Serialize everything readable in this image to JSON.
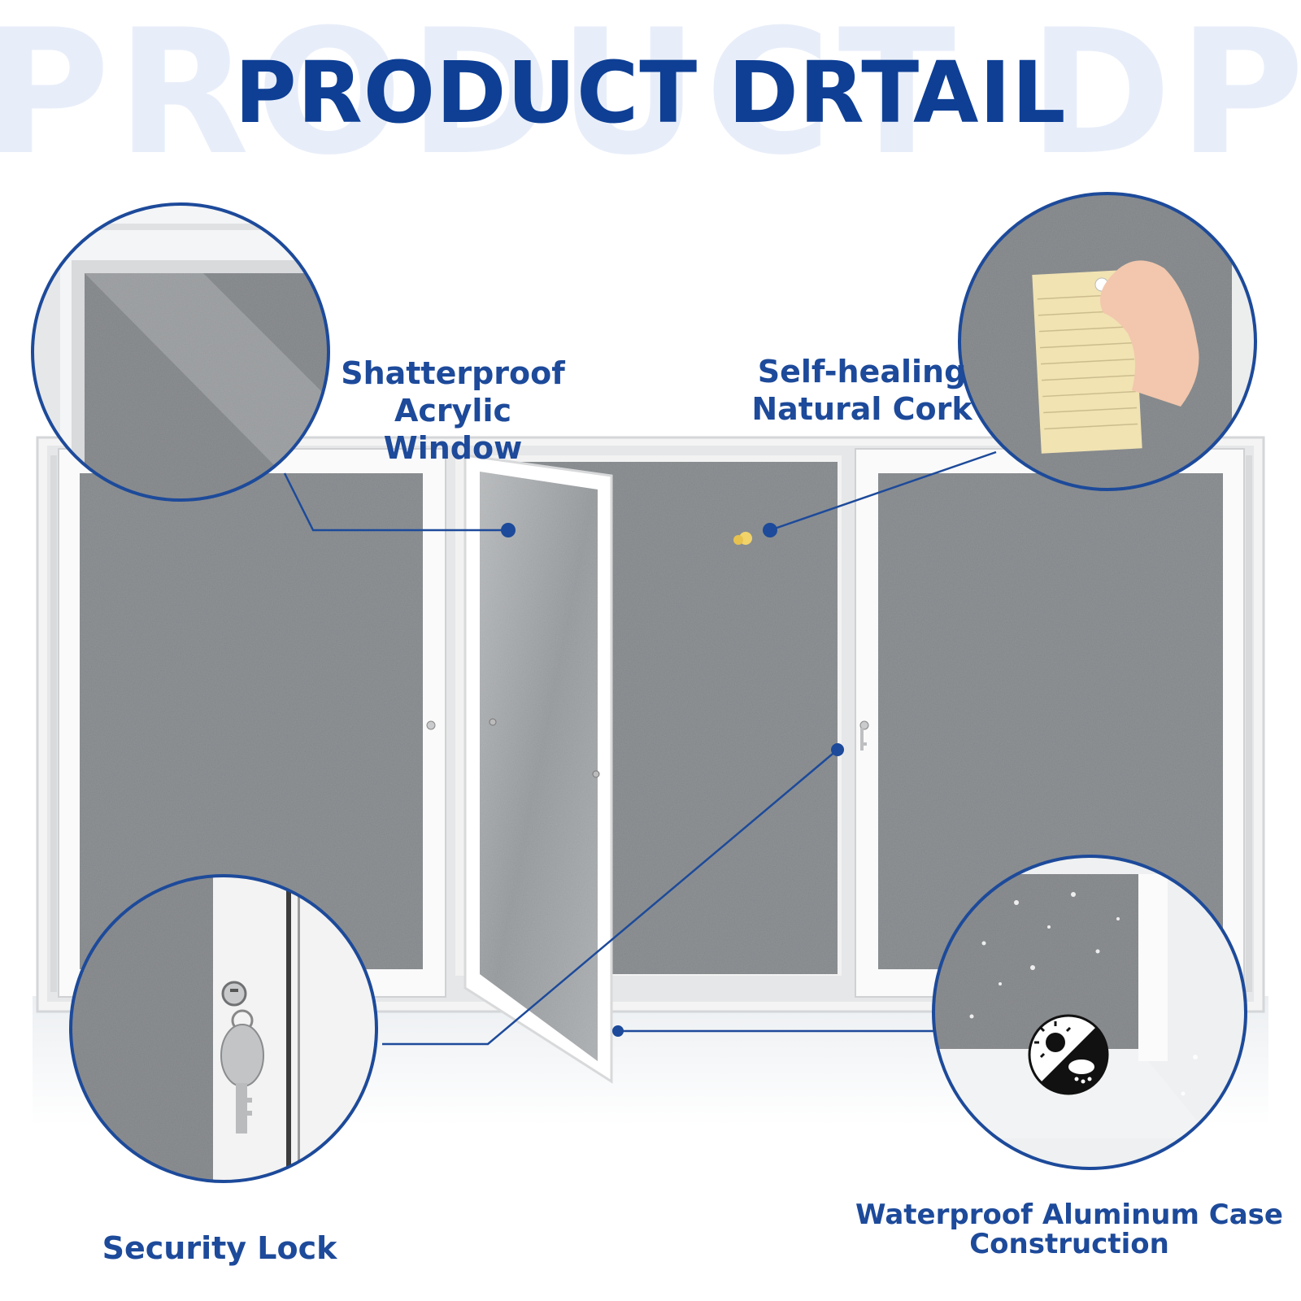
{
  "header": {
    "watermark": "PRODUCT DP",
    "title": "PRODUCT DRTAIL"
  },
  "callouts": {
    "shatterproof": {
      "line1": "Shatterproof",
      "line2": "Acrylic Window"
    },
    "cork": {
      "line1": "Self-healing",
      "line2": "Natural Cork"
    },
    "lock": {
      "line1": "Security Lock"
    },
    "waterproof": {
      "line1": "Waterproof Aluminum Case",
      "line2": "Construction"
    }
  },
  "colors": {
    "brand_blue": "#0e3f95",
    "callout_blue": "#1d4a9a",
    "watermark": "#e8eef9",
    "cork_gray": "#8f9396",
    "frame_white": "#f4f4f4"
  },
  "icons": [
    "weather-icon",
    "key-icon",
    "pushpin-icon"
  ]
}
